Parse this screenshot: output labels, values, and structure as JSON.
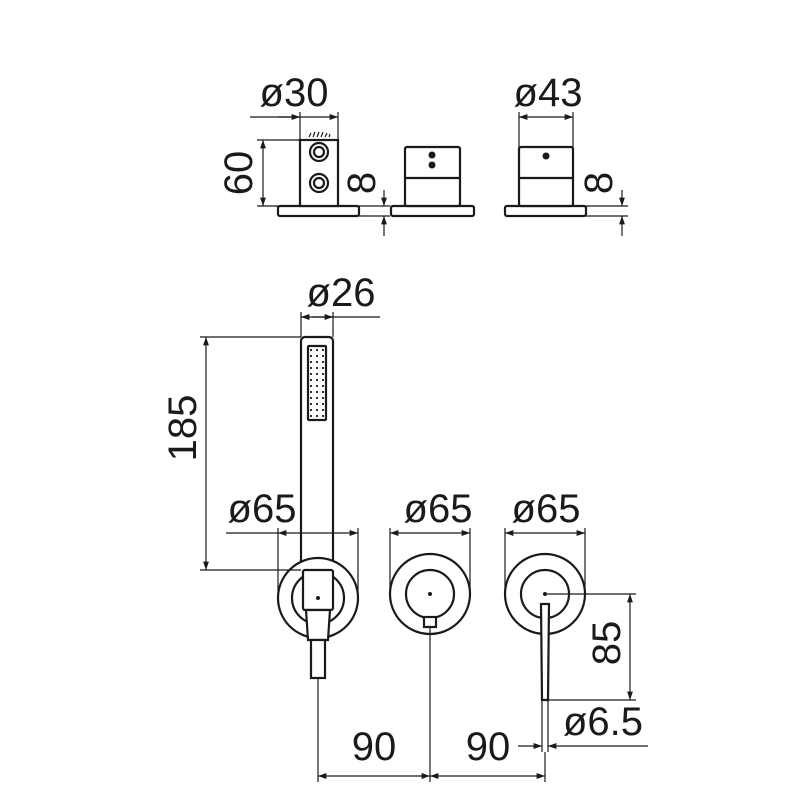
{
  "dimensions": {
    "top_left_diameter": "ø30",
    "top_left_height": "60",
    "top_left_depth": "8",
    "top_right_diameter": "ø43",
    "top_right_depth": "8",
    "hand_shower_diameter": "ø26",
    "hand_shower_length": "185",
    "plate_left_diameter": "ø65",
    "plate_middle_diameter": "ø65",
    "plate_right_diameter": "ø65",
    "lever_length": "85",
    "lever_diameter": "ø6.5",
    "spacing_left": "90",
    "spacing_right": "90"
  }
}
